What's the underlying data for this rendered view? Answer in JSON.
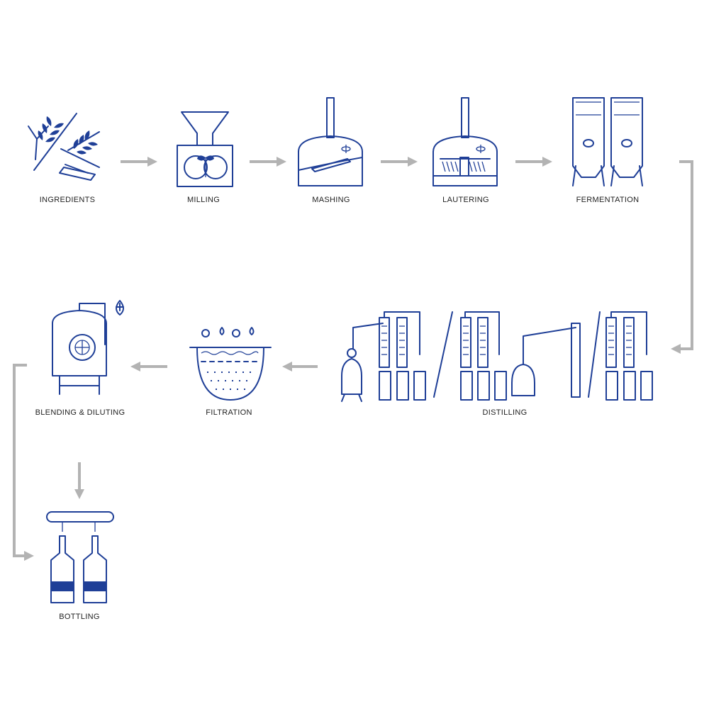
{
  "colors": {
    "icon": "#1f3f97",
    "arrow": "#b3b3b3",
    "text": "#222222"
  },
  "steps": [
    {
      "label": "INGREDIENTS",
      "icon": "wheat-grain-icon"
    },
    {
      "label": "MILLING",
      "icon": "mill-hopper-icon"
    },
    {
      "label": "MASHING",
      "icon": "mash-tun-icon"
    },
    {
      "label": "LAUTERING",
      "icon": "lauter-tun-icon"
    },
    {
      "label": "FERMENTATION",
      "icon": "fermentation-tanks-icon"
    },
    {
      "label": "DISTILLING",
      "icon": "distillation-columns-icon"
    },
    {
      "label": "FILTRATION",
      "icon": "filtration-basin-icon"
    },
    {
      "label": "BLENDING & DILUTING",
      "icon": "blending-tank-icon"
    },
    {
      "label": "BOTTLING",
      "icon": "bottling-icon"
    }
  ]
}
